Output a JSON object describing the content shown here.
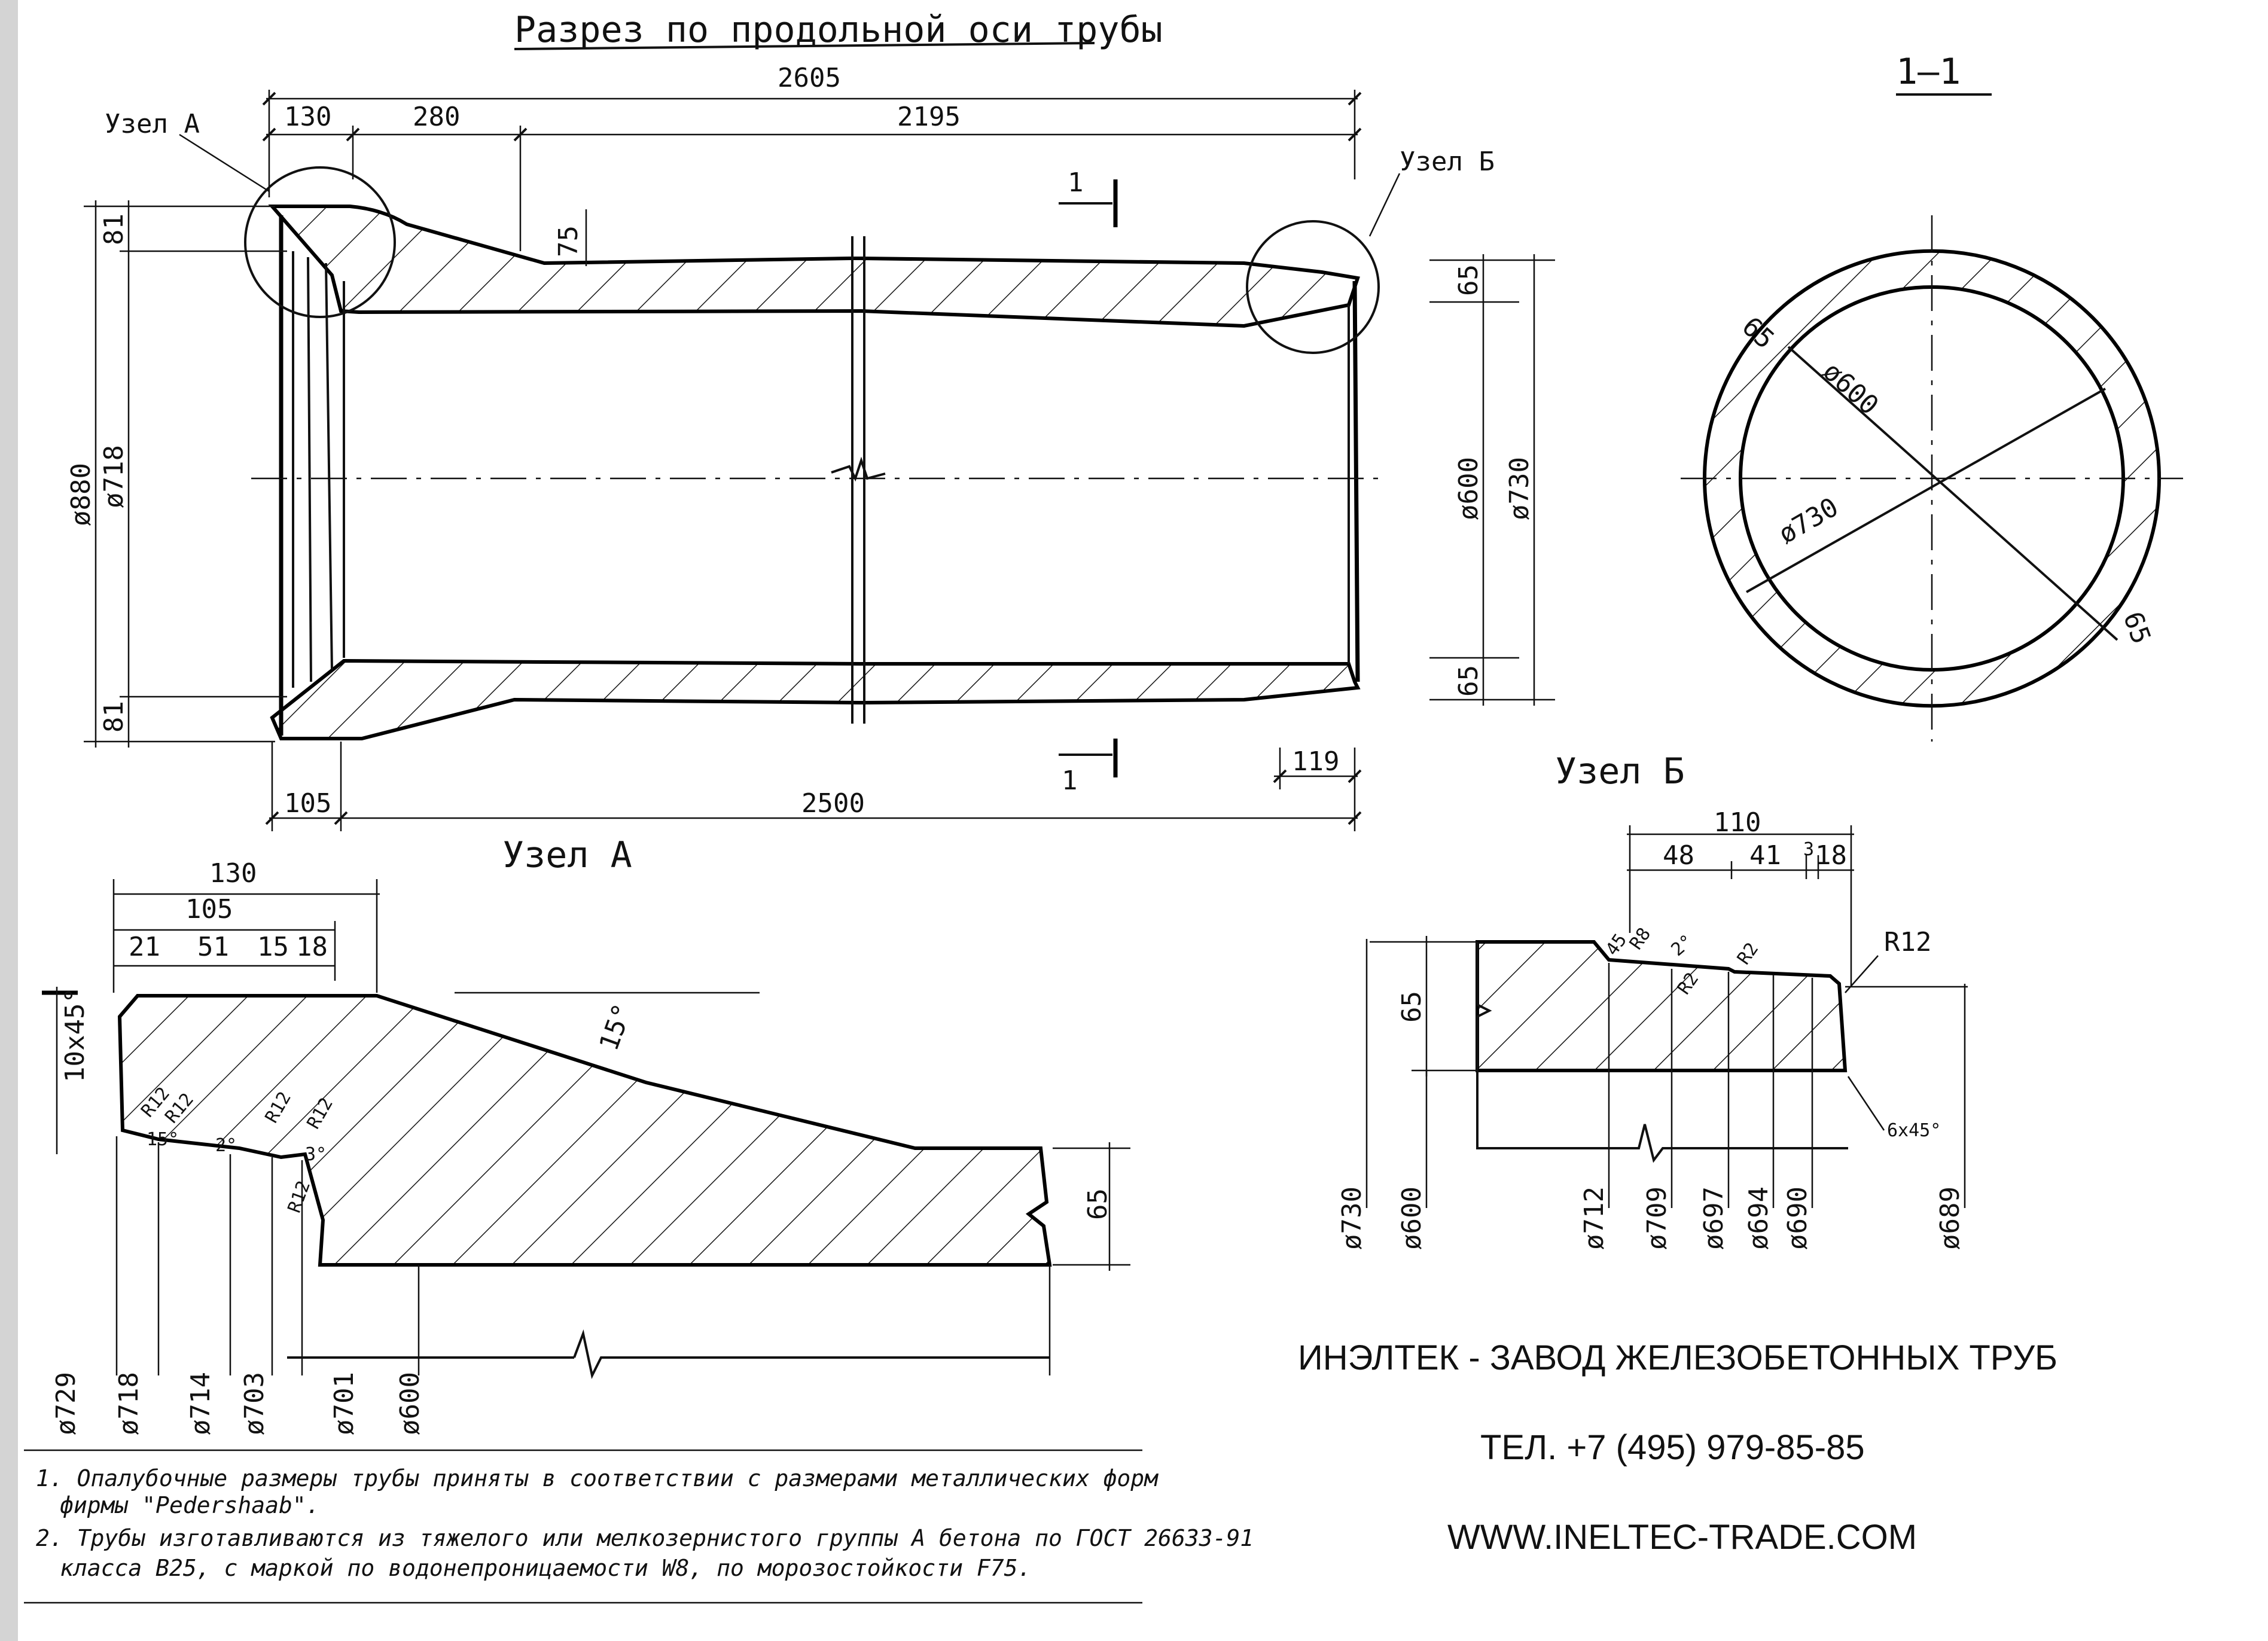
{
  "main_section": {
    "title": "Разрез по продольной оси трубы",
    "section_mark": "1",
    "node_a_label": "Узел А",
    "node_b_label": "Узел Б",
    "dims_top": {
      "overall": "2605",
      "d130": "130",
      "d280": "280",
      "d2195": "2195",
      "d75": "75"
    },
    "dims_bottom": {
      "d105": "105",
      "d2500": "2500",
      "d119": "119"
    },
    "dims_left": {
      "d81_top": "81",
      "d718": "ø718",
      "d880": "ø880",
      "d81_bot": "81"
    },
    "dims_right": {
      "d65_top": "65",
      "d600": "ø600",
      "d730": "ø730",
      "d65_bot": "65"
    }
  },
  "cross_section": {
    "title": "1—1",
    "wall_top": "65",
    "wall_bot": "65",
    "inner_d": "ø600",
    "outer_d": "ø730"
  },
  "node_a": {
    "title": "Узел А",
    "d130": "130",
    "d105": "105",
    "d21": "21",
    "d51": "51",
    "d15": "15",
    "d18": "18",
    "chamfer": "10x45°",
    "angle15": "15°",
    "angle15b": "15°",
    "angle2": "2°",
    "angle3": "3°",
    "r12a": "R12",
    "r12b": "R12",
    "r12c": "R12",
    "r12d": "R12",
    "r12e": "R12",
    "d65": "65",
    "diameters": [
      "ø729",
      "ø718",
      "ø714",
      "ø703",
      "ø701",
      "ø600"
    ]
  },
  "node_b": {
    "title": "Узел Б",
    "d110": "110",
    "d48": "48",
    "d41": "41",
    "d3": "3",
    "d18": "18",
    "d65": "65",
    "chamfer45": "45",
    "r8": "R8",
    "angle2": "2°",
    "r2a": "R2",
    "r2b": "R2",
    "r12": "R12",
    "chamfer6": "6x45°",
    "diameters": [
      "ø730",
      "ø600",
      "ø712",
      "ø709",
      "ø697",
      "ø694",
      "ø690",
      "ø689"
    ]
  },
  "notes": {
    "n1_line1": "1. Опалубочные размеры трубы приняты в соответствии с размерами металлических форм",
    "n1_line2": "фирмы \"Pedershaab\".",
    "n2_line1": "2. Трубы изготавливаются из тяжелого или мелкозернистого группы А бетона по ГОСТ 26633-91",
    "n2_line2": "класса В25, с маркой по водонепроницаемости W8, по морозостойкости F75."
  },
  "company": {
    "name": "ИНЭЛТЕК - ЗАВОД ЖЕЛЕЗОБЕТОННЫХ ТРУБ",
    "phone": "ТЕЛ. +7 (495) 979-85-85",
    "website": "WWW.INELTEC-TRADE.COM"
  }
}
